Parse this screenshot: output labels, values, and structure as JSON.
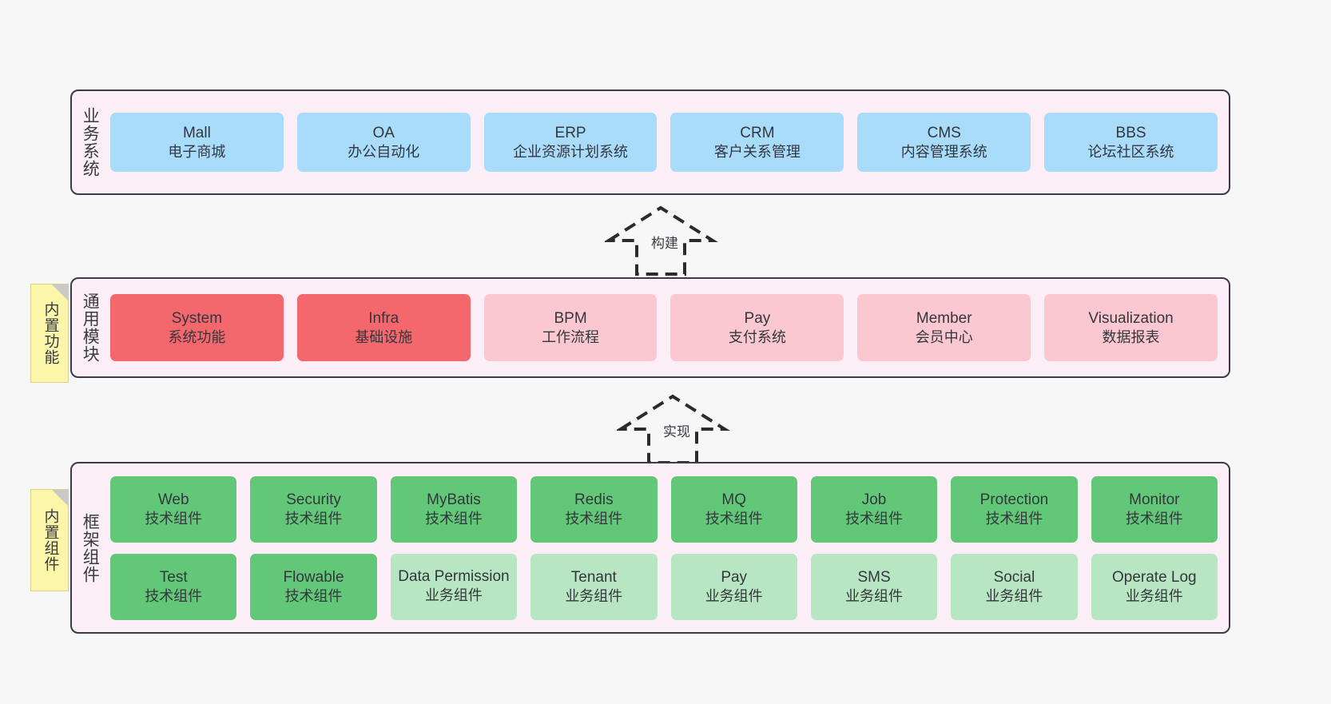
{
  "diagram": {
    "background_color": "#f7f7f7",
    "layers": [
      {
        "id": "business",
        "title": "业务系统",
        "container_color": "#fbeef6",
        "rows": [
          [
            {
              "name": "Mall",
              "desc": "电子商城",
              "color": "#a9dbfa",
              "style": "blue"
            },
            {
              "name": "OA",
              "desc": "办公自动化",
              "color": "#a9dbfa",
              "style": "blue"
            },
            {
              "name": "ERP",
              "desc": "企业资源计划系统",
              "color": "#a9dbfa",
              "style": "blue"
            },
            {
              "name": "CRM",
              "desc": "客户关系管理",
              "color": "#a9dbfa",
              "style": "blue"
            },
            {
              "name": "CMS",
              "desc": "内容管理系统",
              "color": "#a9dbfa",
              "style": "blue"
            },
            {
              "name": "BBS",
              "desc": "论坛社区系统",
              "color": "#a9dbfa",
              "style": "blue"
            }
          ]
        ]
      },
      {
        "id": "common",
        "title": "通用模块",
        "container_color": "#fbeef6",
        "rows": [
          [
            {
              "name": "System",
              "desc": "系统功能",
              "color": "#f4676d",
              "style": "red"
            },
            {
              "name": "Infra",
              "desc": "基础设施",
              "color": "#f4676d",
              "style": "red"
            },
            {
              "name": "BPM",
              "desc": "工作流程",
              "color": "#fbc8d2",
              "style": "pink"
            },
            {
              "name": "Pay",
              "desc": "支付系统",
              "color": "#fbc8d2",
              "style": "pink"
            },
            {
              "name": "Member",
              "desc": "会员中心",
              "color": "#fbc8d2",
              "style": "pink"
            },
            {
              "name": "Visualization",
              "desc": "数据报表",
              "color": "#fbc8d2",
              "style": "pink"
            }
          ]
        ]
      },
      {
        "id": "framework",
        "title": "框架组件",
        "container_color": "#fbeef6",
        "rows": [
          [
            {
              "name": "Web",
              "desc": "技术组件",
              "color": "#62c878",
              "style": "green"
            },
            {
              "name": "Security",
              "desc": "技术组件",
              "color": "#62c878",
              "style": "green"
            },
            {
              "name": "MyBatis",
              "desc": "技术组件",
              "color": "#62c878",
              "style": "green"
            },
            {
              "name": "Redis",
              "desc": "技术组件",
              "color": "#62c878",
              "style": "green"
            },
            {
              "name": "MQ",
              "desc": "技术组件",
              "color": "#62c878",
              "style": "green"
            },
            {
              "name": "Job",
              "desc": "技术组件",
              "color": "#62c878",
              "style": "green"
            },
            {
              "name": "Protection",
              "desc": "技术组件",
              "color": "#62c878",
              "style": "green"
            },
            {
              "name": "Monitor",
              "desc": "技术组件",
              "color": "#62c878",
              "style": "green"
            }
          ],
          [
            {
              "name": "Test",
              "desc": "技术组件",
              "color": "#62c878",
              "style": "green"
            },
            {
              "name": "Flowable",
              "desc": "技术组件",
              "color": "#62c878",
              "style": "green"
            },
            {
              "name": "Data Permission",
              "desc": "业务组件",
              "color": "#b8e6c2",
              "style": "lgreen"
            },
            {
              "name": "Tenant",
              "desc": "业务组件",
              "color": "#b8e6c2",
              "style": "lgreen"
            },
            {
              "name": "Pay",
              "desc": "业务组件",
              "color": "#b8e6c2",
              "style": "lgreen"
            },
            {
              "name": "SMS",
              "desc": "业务组件",
              "color": "#b8e6c2",
              "style": "lgreen"
            },
            {
              "name": "Social",
              "desc": "业务组件",
              "color": "#b8e6c2",
              "style": "lgreen"
            },
            {
              "name": "Operate Log",
              "desc": "业务组件",
              "color": "#b8e6c2",
              "style": "lgreen"
            }
          ]
        ]
      }
    ],
    "notes": [
      {
        "id": "functions",
        "text": "内置功能",
        "color": "#fbf6a8"
      },
      {
        "id": "components",
        "text": "内置组件",
        "color": "#fbf6a8"
      }
    ],
    "arrows": [
      {
        "id": "build",
        "label": "构建",
        "style": "dashed-generalization",
        "direction": "up"
      },
      {
        "id": "impl",
        "label": "实现",
        "style": "dashed-generalization",
        "direction": "up"
      }
    ]
  }
}
